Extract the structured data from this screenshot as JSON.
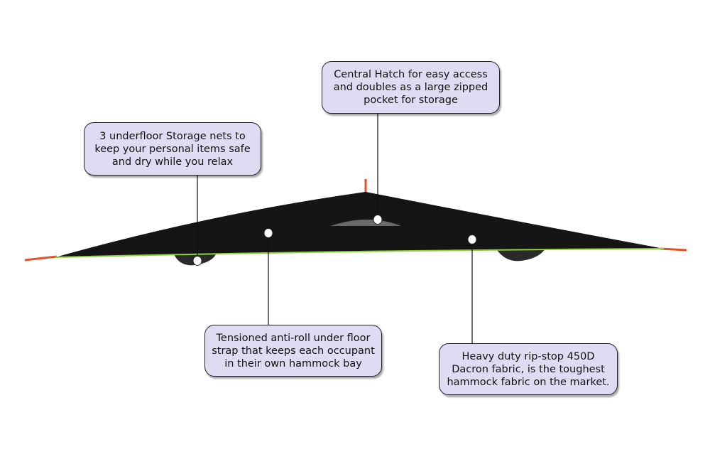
{
  "callouts": {
    "storage_nets": "3 underfloor Storage nets to keep your personal items safe and dry while you relax",
    "central_hatch": "Central Hatch for easy access and doubles as a large zipped pocket for storage",
    "anti_roll_strap": "Tensioned anti-roll under floor strap that keeps each occupant in their own hammock bay",
    "fabric": "Heavy duty rip-stop 450D Dacron fabric, is the toughest hammock fabric on the market."
  },
  "colors": {
    "box_fill": "#dedbf2",
    "tent_fabric": "#151515",
    "edge_trim": "#8fd13a",
    "strap": "#e0512a"
  }
}
